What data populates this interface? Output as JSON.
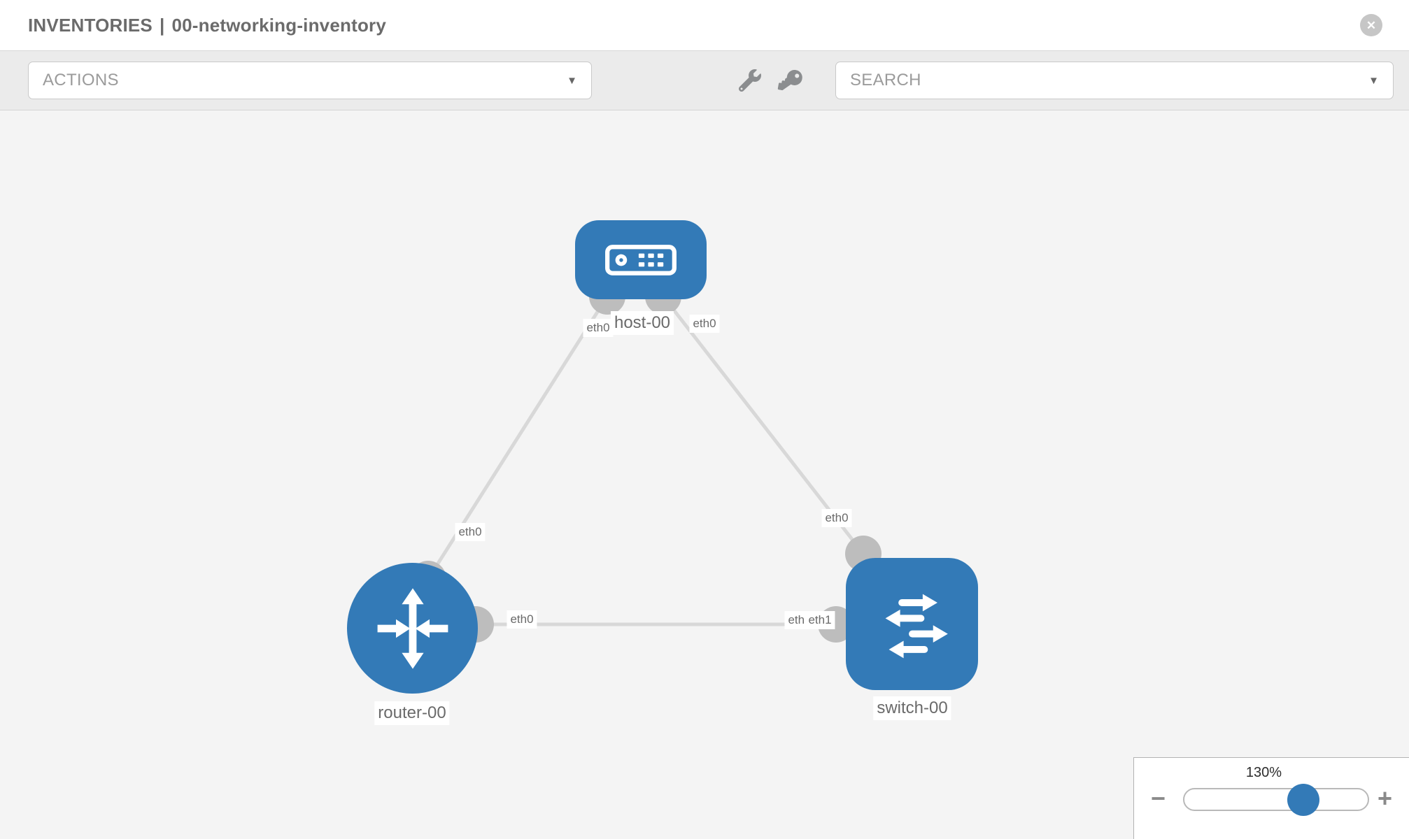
{
  "header": {
    "section_label": "INVENTORIES",
    "separator": "|",
    "inventory_name": "00-networking-inventory"
  },
  "toolbar": {
    "actions_dropdown": {
      "label": "ACTIONS",
      "caret": "▼"
    },
    "tool_icons": [
      "wrench-icon",
      "key-icon"
    ],
    "search_dropdown": {
      "placeholder": "SEARCH",
      "caret": "▼"
    }
  },
  "topology": {
    "nodes": [
      {
        "id": "host-00",
        "type": "host",
        "label": "host-00"
      },
      {
        "id": "router-00",
        "type": "router",
        "label": "router-00"
      },
      {
        "id": "switch-00",
        "type": "switch",
        "label": "switch-00"
      }
    ],
    "links": [
      {
        "from": "host-00",
        "from_if": "eth0",
        "to": "router-00",
        "to_if": "eth0"
      },
      {
        "from": "host-00",
        "from_if": "eth0",
        "to": "switch-00",
        "to_if": "eth0"
      },
      {
        "from": "router-00",
        "from_if": "eth0",
        "to": "switch-00",
        "to_if": "eth1"
      }
    ],
    "overlapped_interface_label": "eth0"
  },
  "zoom_control": {
    "level_label": "130%",
    "percent": 130,
    "minus_label": "−",
    "plus_label": "+"
  },
  "colors": {
    "node_blue": "#337ab7",
    "endpoint_gray": "#bdbdbd",
    "link_gray": "#d8d8d8",
    "canvas_bg": "#f4f4f4",
    "toolbar_bg": "#ebebeb"
  }
}
